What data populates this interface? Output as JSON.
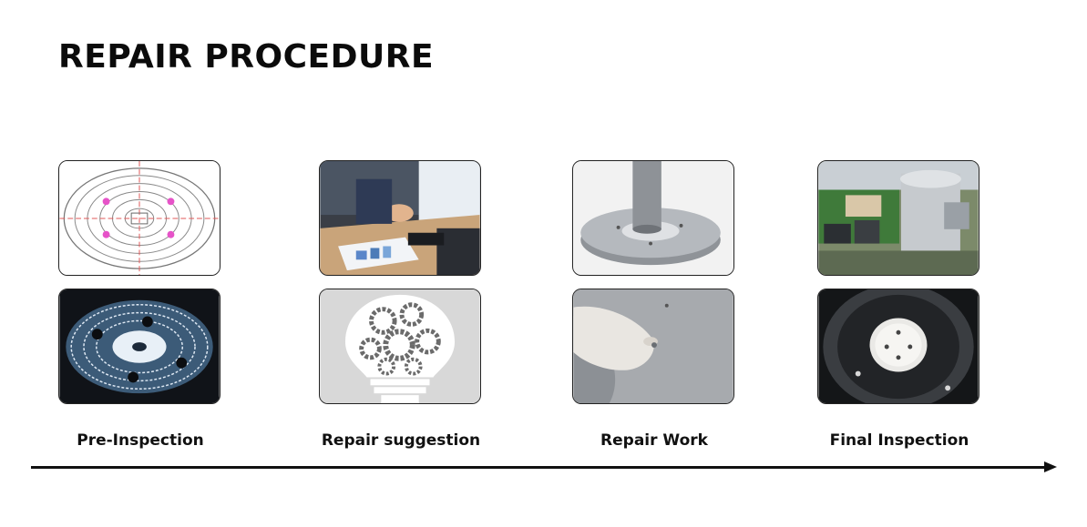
{
  "slide": {
    "title": "REPAIR PROCEDURE"
  },
  "steps": [
    {
      "label": "Pre-Inspection"
    },
    {
      "label": "Repair suggestion"
    },
    {
      "label": "Repair Work"
    },
    {
      "label": "Final Inspection"
    }
  ]
}
